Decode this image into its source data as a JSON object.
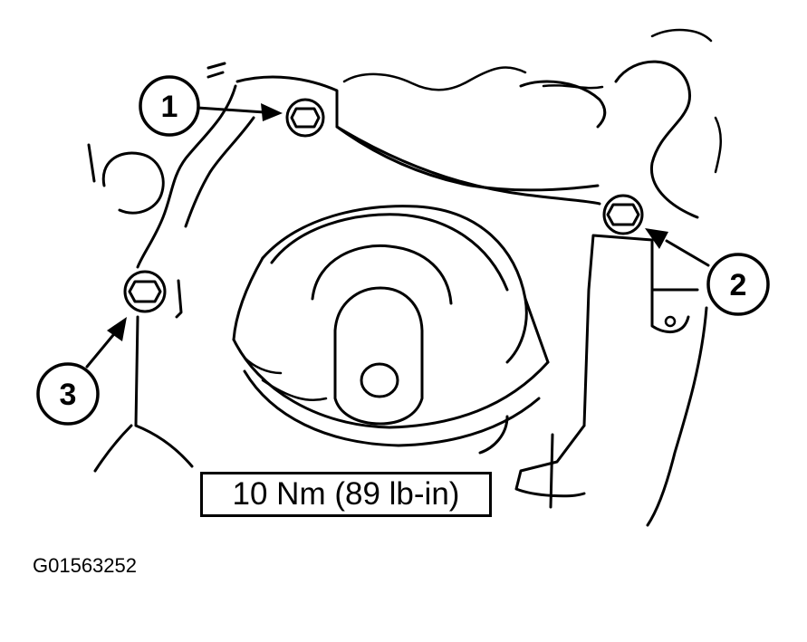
{
  "callouts": [
    {
      "number": "1",
      "part": "bolt"
    },
    {
      "number": "2",
      "part": "bolt"
    },
    {
      "number": "3",
      "part": "bolt"
    }
  ],
  "torque_spec": "10 Nm (89 lb-in)",
  "figure_id": "G01563252"
}
